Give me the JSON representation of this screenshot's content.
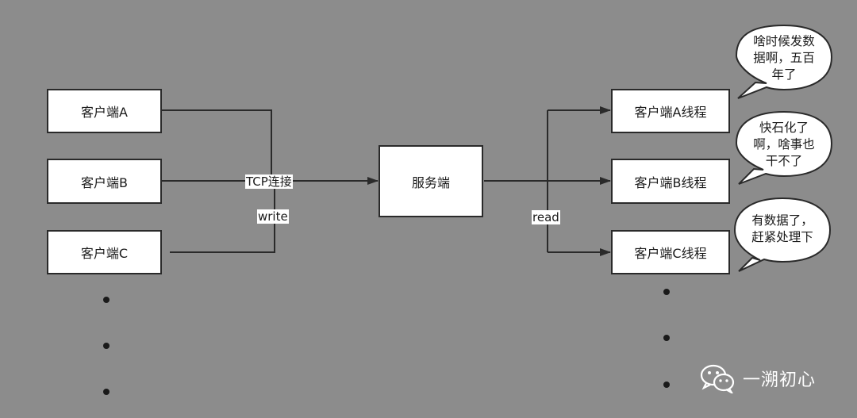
{
  "clients": [
    {
      "label": "客户端A"
    },
    {
      "label": "客户端B"
    },
    {
      "label": "客户端C"
    }
  ],
  "server": {
    "label": "服务端"
  },
  "threads": [
    {
      "label": "客户端A线程"
    },
    {
      "label": "客户端B线程"
    },
    {
      "label": "客户端C线程"
    }
  ],
  "edges": {
    "tcp_label": "TCP连接",
    "write_label": "write",
    "read_label": "read"
  },
  "bubbles": [
    {
      "lines": [
        "啥时候发数",
        "据啊，五百",
        "年了"
      ]
    },
    {
      "lines": [
        "快石化了",
        "啊，啥事也",
        "干不了"
      ]
    },
    {
      "lines": [
        "有数据了，",
        "赶紧处理下"
      ]
    }
  ],
  "watermark": {
    "text": "一溯初心",
    "icon": "wechat-icon"
  },
  "colors": {
    "background": "#8c8c8c",
    "box_fill": "#ffffff",
    "line": "#2a2a2a",
    "watermark_text": "#ffffff"
  }
}
